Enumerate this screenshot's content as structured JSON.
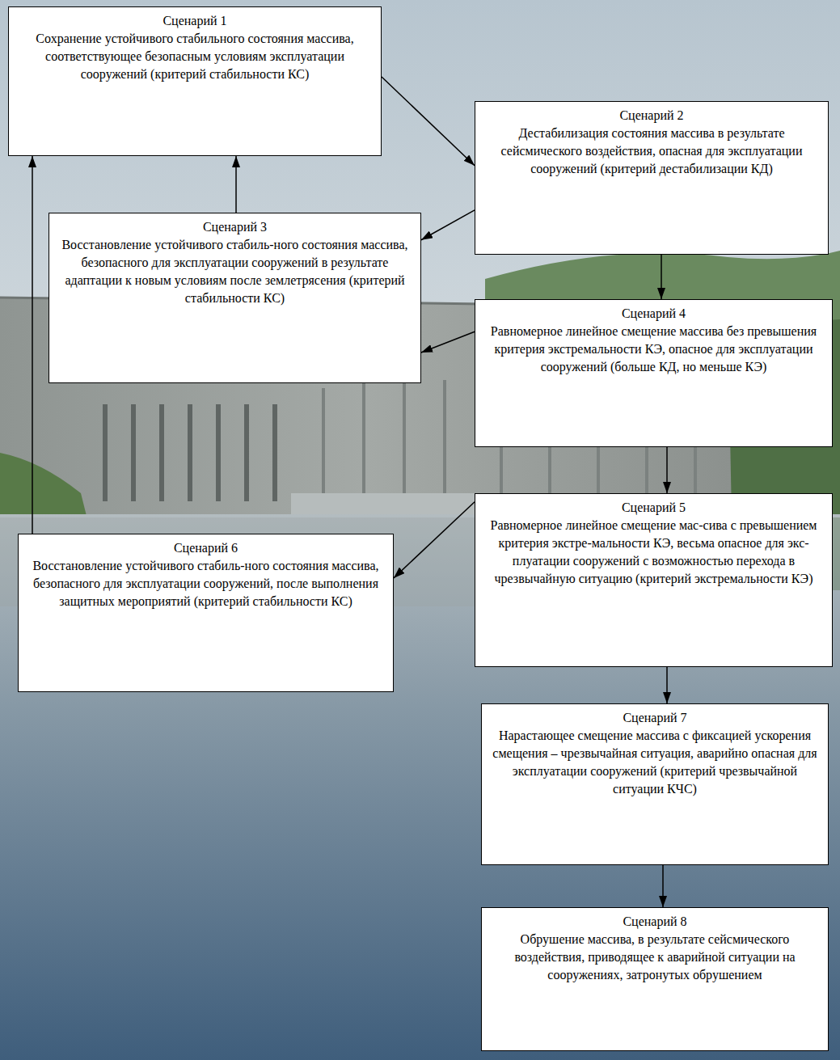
{
  "diagram": {
    "nodes": [
      {
        "text": [
          "Сценарий 1",
          "Сохранение устойчивого стабильного состояния массива, соответствующее безопасным условиям эксплуатации сооружений (критерий стабильности КС)"
        ]
      },
      {
        "text": [
          "Сценарий 2",
          "Дестабилизация состояния массива в результате сейсмического воздействия, опасная для эксплуатации сооружений (критерий дестабилизации КД)"
        ]
      },
      {
        "text": [
          "Сценарий 3",
          "Восстановление устойчивого стабиль-ного состояния массива, безопасного для эксплуатации сооружений в результате адаптации к новым условиям после землетрясения (критерий стабильности КС)"
        ]
      },
      {
        "text": [
          "Сценарий 4",
          "Равномерное линейное смещение массива без превышения критерия экстремальности КЭ, опасное для эксплуатации сооружений (больше КД, но меньше КЭ)"
        ]
      },
      {
        "text": [
          "Сценарий 5",
          "Равномерное линейное смещение мас-сива с превышением критерия экстре-мальности КЭ, весьма опасное для экс-плуатации сооружений с возможностью перехода в чрезвычайную ситуацию (критерий экстремальности КЭ)"
        ]
      },
      {
        "text": [
          "Сценарий 6",
          "Восстановление устойчивого стабиль-ного состояния массива, безопасного для эксплуатации сооружений, после выполнения защитных мероприятий (критерий стабильности КС)"
        ]
      },
      {
        "text": [
          "Сценарий 7",
          "Нарастающее смещение массива с фиксацией ускорения смещения – чрезвычайная ситуация, аварийно опасная для эксплуатации сооружений (критерий чрезвычайной ситуации КЧС)"
        ]
      },
      {
        "text": [
          "Сценарий 8",
          "Обрушение массива, в результате сейсмического воздействия, приводящее к аварийной ситуации на сооружениях, затронутых обрушением"
        ]
      }
    ],
    "edges": [
      {
        "from": 0,
        "to": 1,
        "arrow": "to"
      },
      {
        "from": 1,
        "to": 2,
        "arrow": "to"
      },
      {
        "from": 2,
        "to": 0,
        "arrow": "to"
      },
      {
        "from": 1,
        "to": 3,
        "arrow": "to"
      },
      {
        "from": 3,
        "to": 2,
        "arrow": "to"
      },
      {
        "from": 3,
        "to": 4,
        "arrow": "to"
      },
      {
        "from": 4,
        "to": 5,
        "arrow": "to"
      },
      {
        "from": 5,
        "to": 0,
        "arrow": "to"
      },
      {
        "from": 4,
        "to": 6,
        "arrow": "to"
      },
      {
        "from": 6,
        "to": 7,
        "arrow": "to"
      }
    ]
  }
}
